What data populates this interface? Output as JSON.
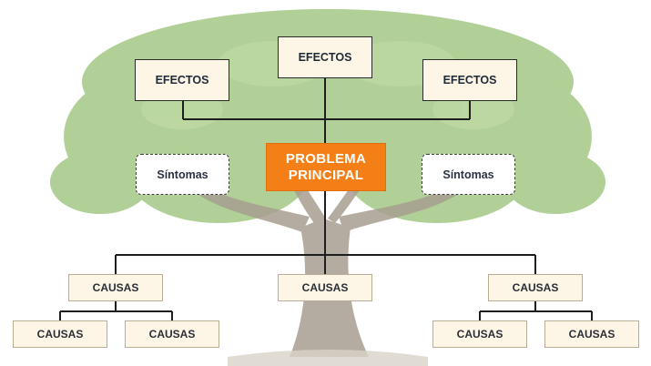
{
  "colors": {
    "main_fill": "#f57f17",
    "box_fill": "#fdf6e6",
    "connector": "#1e1e1e",
    "foliage": "#9cc47a",
    "trunk": "#a79e90"
  },
  "diagram": {
    "problem": {
      "line1": "PROBLEMA",
      "line2": "PRINCIPAL"
    },
    "effects": [
      {
        "label": "EFECTOS"
      },
      {
        "label": "EFECTOS"
      },
      {
        "label": "EFECTOS"
      }
    ],
    "symptoms": [
      {
        "label": "Síntomas"
      },
      {
        "label": "Síntomas"
      }
    ],
    "causes": [
      {
        "label": "CAUSAS"
      },
      {
        "label": "CAUSAS"
      },
      {
        "label": "CAUSAS"
      }
    ],
    "sub_causes": [
      {
        "label": "CAUSAS"
      },
      {
        "label": "CAUSAS"
      },
      {
        "label": "CAUSAS"
      },
      {
        "label": "CAUSAS"
      }
    ]
  }
}
